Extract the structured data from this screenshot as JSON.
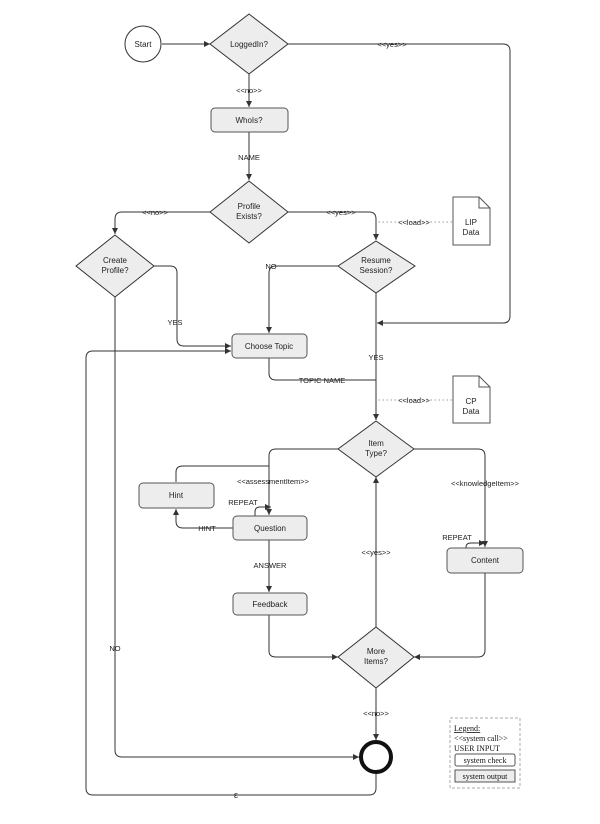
{
  "nodes": {
    "start": "Start",
    "loggedin": "LoggedIn?",
    "whois": "WhoIs?",
    "profile_exists": [
      "Profile",
      "Exists?"
    ],
    "create_profile": [
      "Create",
      "Profile?"
    ],
    "resume_session": [
      "Resume",
      "Session?"
    ],
    "lip_data": [
      "LIP",
      "Data"
    ],
    "choose_topic": "Choose Topic",
    "cp_data": [
      "CP",
      "Data"
    ],
    "item_type": [
      "Item",
      "Type?"
    ],
    "hint": "Hint",
    "question": "Question",
    "feedback": "Feedback",
    "content": "Content",
    "more_items": [
      "More",
      "Items?"
    ]
  },
  "edge_labels": {
    "loggedin_yes": "<<yes>>",
    "loggedin_no": "<<no>>",
    "whois_name": "NAME",
    "profile_no": "<<no>>",
    "profile_yes": "<<yes>>",
    "lip_load": "<<load>>",
    "resume_no": "NO",
    "create_yes": "YES",
    "resume_yes": "YES",
    "topic_name": "TOPIC NAME",
    "cp_load": "<<load>>",
    "assessment_item": "<<assessmentItem>>",
    "knowledge_item": "<<knowledgeItem>>",
    "question_repeat": "REPEAT",
    "hint_label": "HINT",
    "answer": "ANSWER",
    "content_repeat": "REPEAT",
    "more_yes": "<<yes>>",
    "more_no": "<<no>>",
    "create_no": "NO",
    "epsilon": "ε"
  },
  "legend": {
    "title": "Legend:",
    "system_call": "<<system call>>",
    "user_input": "USER INPUT",
    "system_check": "system check",
    "system_output": "system output"
  }
}
